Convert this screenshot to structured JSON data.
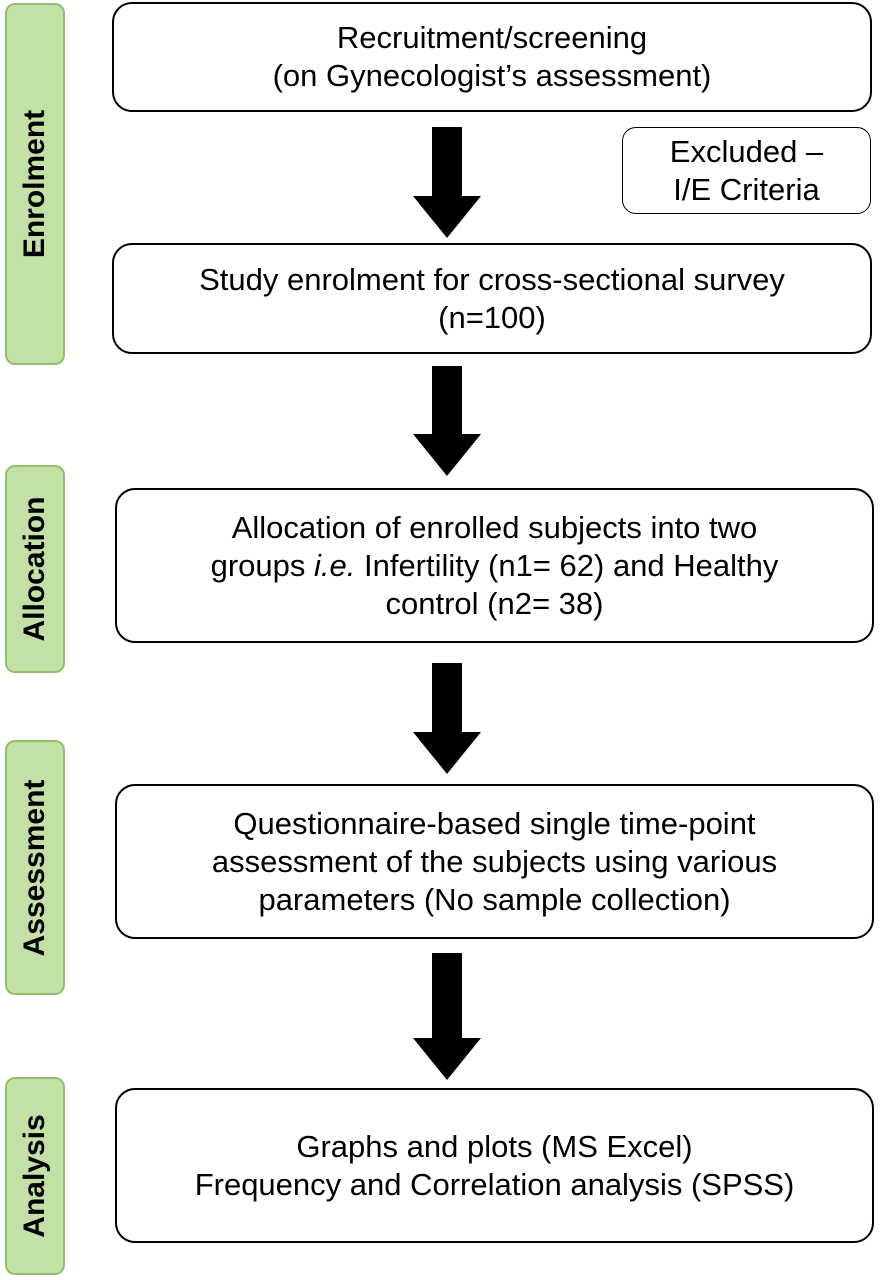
{
  "phases": {
    "enrolment": "Enrolment",
    "allocation": "Allocation",
    "assessment": "Assessment",
    "analysis": "Analysis"
  },
  "boxes": {
    "recruitment": {
      "line1": "Recruitment/screening",
      "line2": "(on Gynecologist’s assessment)"
    },
    "excluded": {
      "line1": "Excluded –",
      "line2": "I/E Criteria"
    },
    "enrolment": {
      "line1": "Study enrolment for cross-sectional survey",
      "line2": "(n=100)"
    },
    "allocation": {
      "line1": "Allocation of enrolled subjects into two",
      "line2_pre": "groups ",
      "line2_italic": "i.e.",
      "line2_post": " Infertility (n1= 62) and Healthy",
      "line3": "control (n2= 38)"
    },
    "assessment": {
      "line1": "Questionnaire-based single time-point",
      "line2": "assessment of the subjects using various",
      "line3": "parameters (No sample collection)"
    },
    "analysis": {
      "line1": "Graphs and plots (MS Excel)",
      "line2": "Frequency and Correlation analysis (SPSS)"
    }
  },
  "colors": {
    "phase_fill": "#c3e0a6",
    "phase_border": "#93bf6d",
    "arrow": "#000000"
  },
  "icons": [
    "down-arrow-icon"
  ]
}
